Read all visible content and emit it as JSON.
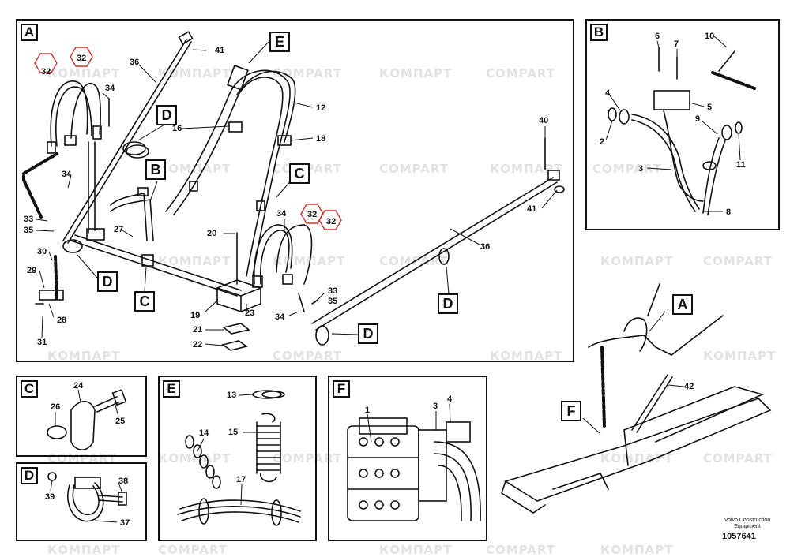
{
  "watermark": {
    "brand_ru": "КОМПАРТ",
    "brand_en": "COMPART"
  },
  "panels": {
    "A": {
      "label": "A"
    },
    "B": {
      "label": "B"
    },
    "C": {
      "label": "C"
    },
    "D": {
      "label": "D"
    },
    "E": {
      "label": "E"
    },
    "F": {
      "label": "F"
    }
  },
  "callouts": {
    "B": "B",
    "C": "C",
    "D": "D",
    "E": "E",
    "A": "A",
    "F": "F"
  },
  "part_numbers": {
    "p1": "1",
    "p2": "2",
    "p3": "3",
    "p4": "4",
    "p5": "5",
    "p6": "6",
    "p7": "7",
    "p8": "8",
    "p9": "9",
    "p10": "10",
    "p11": "11",
    "p12": "12",
    "p13": "13",
    "p14": "14",
    "p15": "15",
    "p16": "16",
    "p17": "17",
    "p18": "18",
    "p19": "19",
    "p20": "20",
    "p21": "21",
    "p22": "22",
    "p23": "23",
    "p24": "24",
    "p25": "25",
    "p26": "26",
    "p27": "27",
    "p28": "28",
    "p29": "29",
    "p30": "30",
    "p31": "31",
    "p32": "32",
    "p33": "33",
    "p34": "34",
    "p35": "35",
    "p36": "36",
    "p37": "37",
    "p38": "38",
    "p39": "39",
    "p40": "40",
    "p41": "41",
    "p42": "42"
  },
  "footer": {
    "company_line1": "Volvo Construction",
    "company_line2": "Equipment",
    "doc_number": "1057641"
  },
  "colors": {
    "line": "#111111",
    "highlight": "#d0342c",
    "watermark": "#e2e2e2"
  }
}
